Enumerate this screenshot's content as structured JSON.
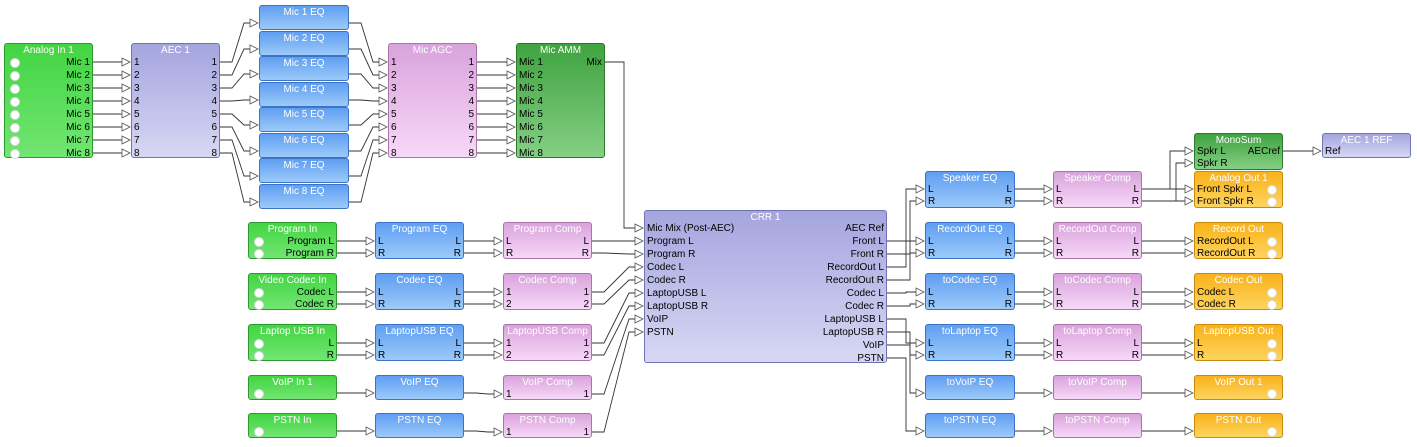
{
  "blocks": [
    {
      "id": "analog_in",
      "title": "Analog In 1",
      "outputs": [
        "Mic 1",
        "Mic 2",
        "Mic 3",
        "Mic 4",
        "Mic 5",
        "Mic 6",
        "Mic 7",
        "Mic 8"
      ]
    },
    {
      "id": "aec",
      "title": "AEC 1",
      "inputs": [
        "1",
        "2",
        "3",
        "4",
        "5",
        "6",
        "7",
        "8"
      ],
      "outputs": [
        "1",
        "2",
        "3",
        "4",
        "5",
        "6",
        "7",
        "8"
      ]
    },
    {
      "id": "mic1eq",
      "title": "Mic 1 EQ"
    },
    {
      "id": "mic2eq",
      "title": "Mic 2 EQ"
    },
    {
      "id": "mic3eq",
      "title": "Mic 3 EQ"
    },
    {
      "id": "mic4eq",
      "title": "Mic 4 EQ"
    },
    {
      "id": "mic5eq",
      "title": "Mic 5 EQ"
    },
    {
      "id": "mic6eq",
      "title": "Mic 6 EQ"
    },
    {
      "id": "mic7eq",
      "title": "Mic 7 EQ"
    },
    {
      "id": "mic8eq",
      "title": "Mic 8 EQ"
    },
    {
      "id": "micagc",
      "title": "Mic AGC",
      "inputs": [
        "1",
        "2",
        "3",
        "4",
        "5",
        "6",
        "7",
        "8"
      ],
      "outputs": [
        "1",
        "2",
        "3",
        "4",
        "5",
        "6",
        "7",
        "8"
      ]
    },
    {
      "id": "micamm",
      "title": "Mic AMM",
      "inputs": [
        "Mic 1",
        "Mic 2",
        "Mic 3",
        "Mic 4",
        "Mic 5",
        "Mic 6",
        "Mic 7",
        "Mic 8"
      ],
      "outputs": [
        "Mix"
      ]
    },
    {
      "id": "monosum",
      "title": "MonoSum",
      "inputs": [
        "Spkr L",
        "Spkr R"
      ],
      "outputs": [
        "AECref"
      ]
    },
    {
      "id": "aecref",
      "title": "AEC 1 REF",
      "inputs": [
        "Ref"
      ]
    },
    {
      "id": "program_in",
      "title": "Program In",
      "outputs": [
        "Program L",
        "Program R"
      ]
    },
    {
      "id": "program_eq",
      "title": "Program EQ",
      "inputs": [
        "L",
        "R"
      ],
      "outputs": [
        "L",
        "R"
      ]
    },
    {
      "id": "program_comp",
      "title": "Program Comp",
      "inputs": [
        "L",
        "R"
      ],
      "outputs": [
        "L",
        "R"
      ]
    },
    {
      "id": "codec_in",
      "title": "Video Codec In",
      "outputs": [
        "Codec L",
        "Codec R"
      ]
    },
    {
      "id": "codec_eq",
      "title": "Codec EQ",
      "inputs": [
        "L",
        "R"
      ],
      "outputs": [
        "L",
        "R"
      ]
    },
    {
      "id": "codec_comp",
      "title": "Codec Comp",
      "inputs": [
        "1",
        "2"
      ],
      "outputs": [
        "1",
        "2"
      ]
    },
    {
      "id": "laptop_in",
      "title": "Laptop USB In",
      "outputs": [
        "L",
        "R"
      ]
    },
    {
      "id": "laptop_eq",
      "title": "LaptopUSB EQ",
      "inputs": [
        "L",
        "R"
      ],
      "outputs": [
        "L",
        "R"
      ]
    },
    {
      "id": "laptop_comp",
      "title": "LaptopUSB Comp",
      "inputs": [
        "1",
        "2"
      ],
      "outputs": [
        "1",
        "2"
      ]
    },
    {
      "id": "voip_in",
      "title": "VoIP In 1"
    },
    {
      "id": "voip_eq",
      "title": "VoIP EQ"
    },
    {
      "id": "voip_comp",
      "title": "VoIP Comp",
      "inputs": [
        "1"
      ],
      "outputs": [
        "1"
      ]
    },
    {
      "id": "pstn_in",
      "title": "PSTN In"
    },
    {
      "id": "pstn_eq",
      "title": "PSTN EQ"
    },
    {
      "id": "pstn_comp",
      "title": "PSTN Comp",
      "inputs": [
        "1"
      ],
      "outputs": [
        "1"
      ]
    },
    {
      "id": "crr",
      "title": "CRR 1",
      "inputs": [
        "Mic Mix (Post-AEC)",
        "Program L",
        "Program R",
        "Codec L",
        "Codec R",
        "LaptopUSB L",
        "LaptopUSB R",
        "VoIP",
        "PSTN"
      ],
      "outputs": [
        "AEC Ref",
        "Front L",
        "Front R",
        "RecordOut L",
        "RecordOut R",
        "Codec L",
        "Codec R",
        "LaptopUSB L",
        "LaptopUSB R",
        "VoIP",
        "PSTN"
      ]
    },
    {
      "id": "spk_eq",
      "title": "Speaker EQ",
      "inputs": [
        "L",
        "R"
      ],
      "outputs": [
        "L",
        "R"
      ]
    },
    {
      "id": "spk_comp",
      "title": "Speaker Comp",
      "inputs": [
        "L",
        "R"
      ],
      "outputs": [
        "L",
        "R"
      ]
    },
    {
      "id": "analog_out",
      "title": "Analog Out 1",
      "inputs": [
        "Front Spkr L",
        "Front Spkr R"
      ]
    },
    {
      "id": "rec_eq",
      "title": "RecordOut EQ",
      "inputs": [
        "L",
        "R"
      ],
      "outputs": [
        "L",
        "R"
      ]
    },
    {
      "id": "rec_comp",
      "title": "RecordOut Comp",
      "inputs": [
        "L",
        "R"
      ],
      "outputs": [
        "L",
        "R"
      ]
    },
    {
      "id": "rec_out",
      "title": "Record Out",
      "inputs": [
        "RecordOut L",
        "RecordOut R"
      ]
    },
    {
      "id": "tocodec_eq",
      "title": "toCodec EQ",
      "inputs": [
        "L",
        "R"
      ],
      "outputs": [
        "L",
        "R"
      ]
    },
    {
      "id": "tocodec_comp",
      "title": "toCodec Comp",
      "inputs": [
        "L",
        "R"
      ],
      "outputs": [
        "L",
        "R"
      ]
    },
    {
      "id": "codec_out",
      "title": "Codec Out",
      "inputs": [
        "Codec L",
        "Codec R"
      ]
    },
    {
      "id": "tolaptop_eq",
      "title": "toLaptop EQ",
      "inputs": [
        "L",
        "R"
      ],
      "outputs": [
        "L",
        "R"
      ]
    },
    {
      "id": "tolaptop_comp",
      "title": "toLaptop Comp",
      "inputs": [
        "L",
        "R"
      ],
      "outputs": [
        "L",
        "R"
      ]
    },
    {
      "id": "laptop_out",
      "title": "LaptopUSB Out",
      "inputs": [
        "L",
        "R"
      ]
    },
    {
      "id": "tovoip_eq",
      "title": "toVoIP EQ"
    },
    {
      "id": "tovoip_comp",
      "title": "toVoIP Comp"
    },
    {
      "id": "voip_out",
      "title": "VoIP Out 1"
    },
    {
      "id": "topstn_eq",
      "title": "toPSTN EQ"
    },
    {
      "id": "topstn_comp",
      "title": "toPSTN Comp"
    },
    {
      "id": "pstn_out",
      "title": "PSTN Out"
    }
  ]
}
